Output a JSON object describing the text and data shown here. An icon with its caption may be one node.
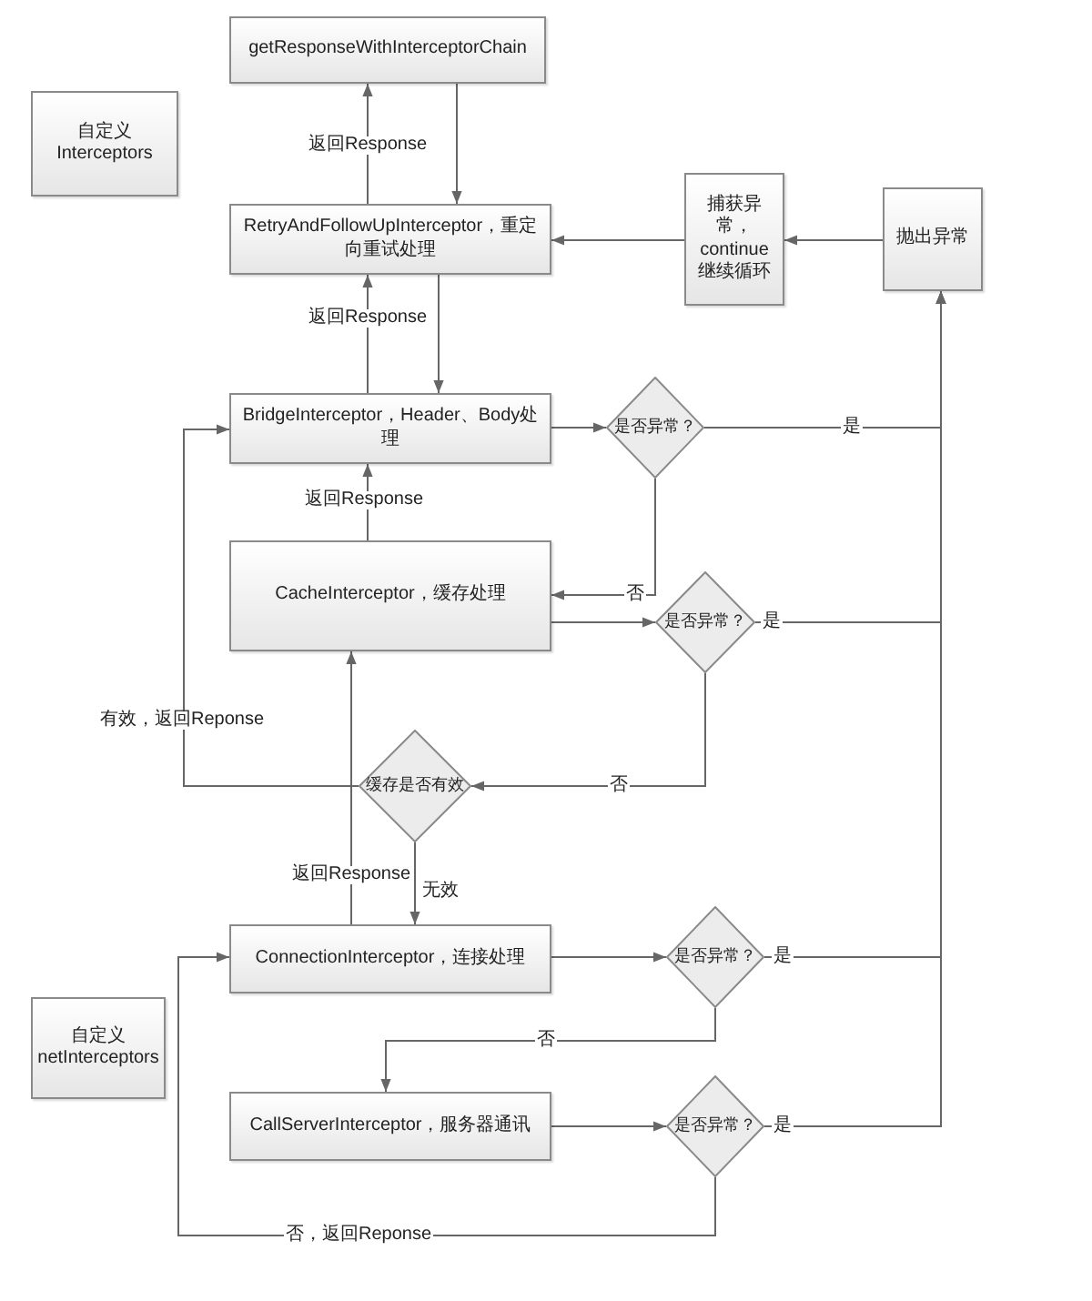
{
  "diagram": {
    "nodes": [
      {
        "text": [
          "getResponseWithInterceptorChain"
        ]
      },
      {
        "text": [
          "自定义Interceptors"
        ]
      },
      {
        "text": [
          "RetryAndFollowUpInterceptor，重定向重试处理"
        ]
      },
      {
        "text": [
          "捕获异常，continue继续循环"
        ]
      },
      {
        "text": [
          "抛出异常"
        ]
      },
      {
        "text": [
          "BridgeInterceptor，Header、Body处理"
        ]
      },
      {
        "text": [
          "是否异常？"
        ]
      },
      {
        "text": [
          "CacheInterceptor，缓存处理"
        ]
      },
      {
        "text": [
          "是否异常？"
        ]
      },
      {
        "text": [
          "缓存是否有效"
        ]
      },
      {
        "text": [
          "ConnectionInterceptor，连接处理"
        ]
      },
      {
        "text": [
          "自定义 netInterceptors"
        ]
      },
      {
        "text": [
          "是否异常？"
        ]
      },
      {
        "text": [
          "CallServerInterceptor，服务器通讯"
        ]
      },
      {
        "text": [
          "是否异常？"
        ]
      }
    ],
    "edges": [
      {
        "from": 0,
        "to": 2,
        "arrow": "to"
      },
      {
        "from": 2,
        "to": 0,
        "arrow": "to",
        "label": "返回Response"
      },
      {
        "from": 4,
        "to": 3,
        "arrow": "to"
      },
      {
        "from": 3,
        "to": 2,
        "arrow": "to"
      },
      {
        "from": 2,
        "to": 5,
        "arrow": "to"
      },
      {
        "from": 5,
        "to": 2,
        "arrow": "to",
        "label": "返回Response"
      },
      {
        "from": 5,
        "to": 6,
        "arrow": "to"
      },
      {
        "from": 6,
        "to": 4,
        "arrow": "to",
        "label": "是"
      },
      {
        "from": 6,
        "to": 7,
        "arrow": "to",
        "label": "否"
      },
      {
        "from": 7,
        "to": 8,
        "arrow": "to"
      },
      {
        "from": 7,
        "to": 5,
        "arrow": "to",
        "label": "返回Response"
      },
      {
        "from": 8,
        "to": 4,
        "arrow": "to",
        "label": "是"
      },
      {
        "from": 8,
        "to": 9,
        "arrow": "to",
        "label": "否"
      },
      {
        "from": 9,
        "to": 5,
        "arrow": "to",
        "label": "有效，返回Reponse"
      },
      {
        "from": 9,
        "to": 10,
        "arrow": "to",
        "label": "无效"
      },
      {
        "from": 10,
        "to": 7,
        "arrow": "to",
        "label": "返回Response"
      },
      {
        "from": 10,
        "to": 12,
        "arrow": "to"
      },
      {
        "from": 12,
        "to": 4,
        "arrow": "to",
        "label": "是"
      },
      {
        "from": 12,
        "to": 13,
        "arrow": "to",
        "label": "否"
      },
      {
        "from": 13,
        "to": 14,
        "arrow": "to"
      },
      {
        "from": 14,
        "to": 4,
        "arrow": "to",
        "label": "是"
      },
      {
        "from": 14,
        "to": 10,
        "arrow": "to",
        "label": "否，返回Reponse"
      }
    ]
  }
}
